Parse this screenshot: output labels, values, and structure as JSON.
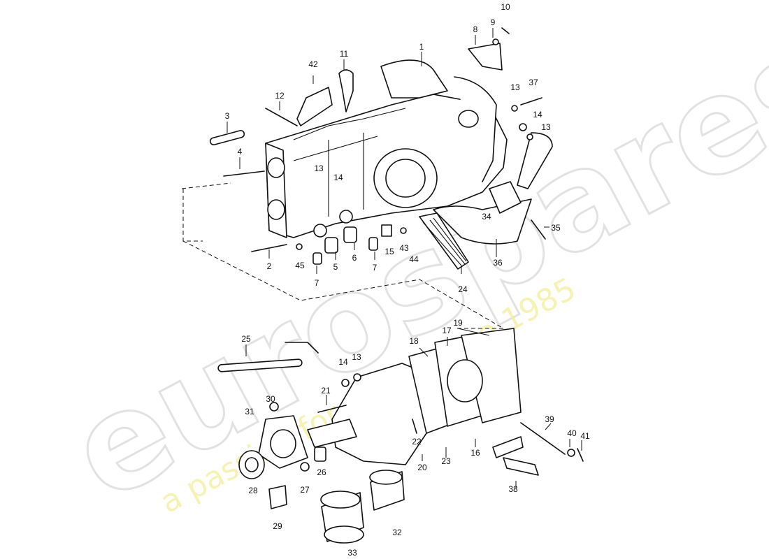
{
  "watermark": {
    "brand": "eurospares",
    "tagline": "a passion for parts since 1985"
  },
  "callouts": {
    "c1": "1",
    "c2": "2",
    "c3": "3",
    "c4": "4",
    "c5": "5",
    "c6": "6",
    "c7a": "7",
    "c7b": "7",
    "c8": "8",
    "c9": "9",
    "c10": "10",
    "c11": "11",
    "c12": "12",
    "c13a": "13",
    "c13b": "13",
    "c13c": "13",
    "c13d": "13",
    "c14a": "14",
    "c14b": "14",
    "c14c": "14",
    "c15": "15",
    "c16": "16",
    "c17": "17",
    "c18": "18",
    "c19": "19",
    "c20": "20",
    "c21": "21",
    "c22": "22",
    "c23": "23",
    "c24": "24",
    "c25": "25",
    "c26": "26",
    "c27": "27",
    "c28": "28",
    "c29": "29",
    "c30": "30",
    "c31": "31",
    "c32": "32",
    "c33": "33",
    "c34": "34",
    "c35": "35",
    "c36": "36",
    "c37": "37",
    "c38": "38",
    "c39": "39",
    "c40": "40",
    "c41": "41",
    "c42": "42",
    "c43": "43",
    "c44": "44",
    "c45": "45"
  },
  "colors": {
    "line": "#111111",
    "watermark_grey": "#d9d9d9",
    "watermark_yellow": "#f2ee9a"
  }
}
